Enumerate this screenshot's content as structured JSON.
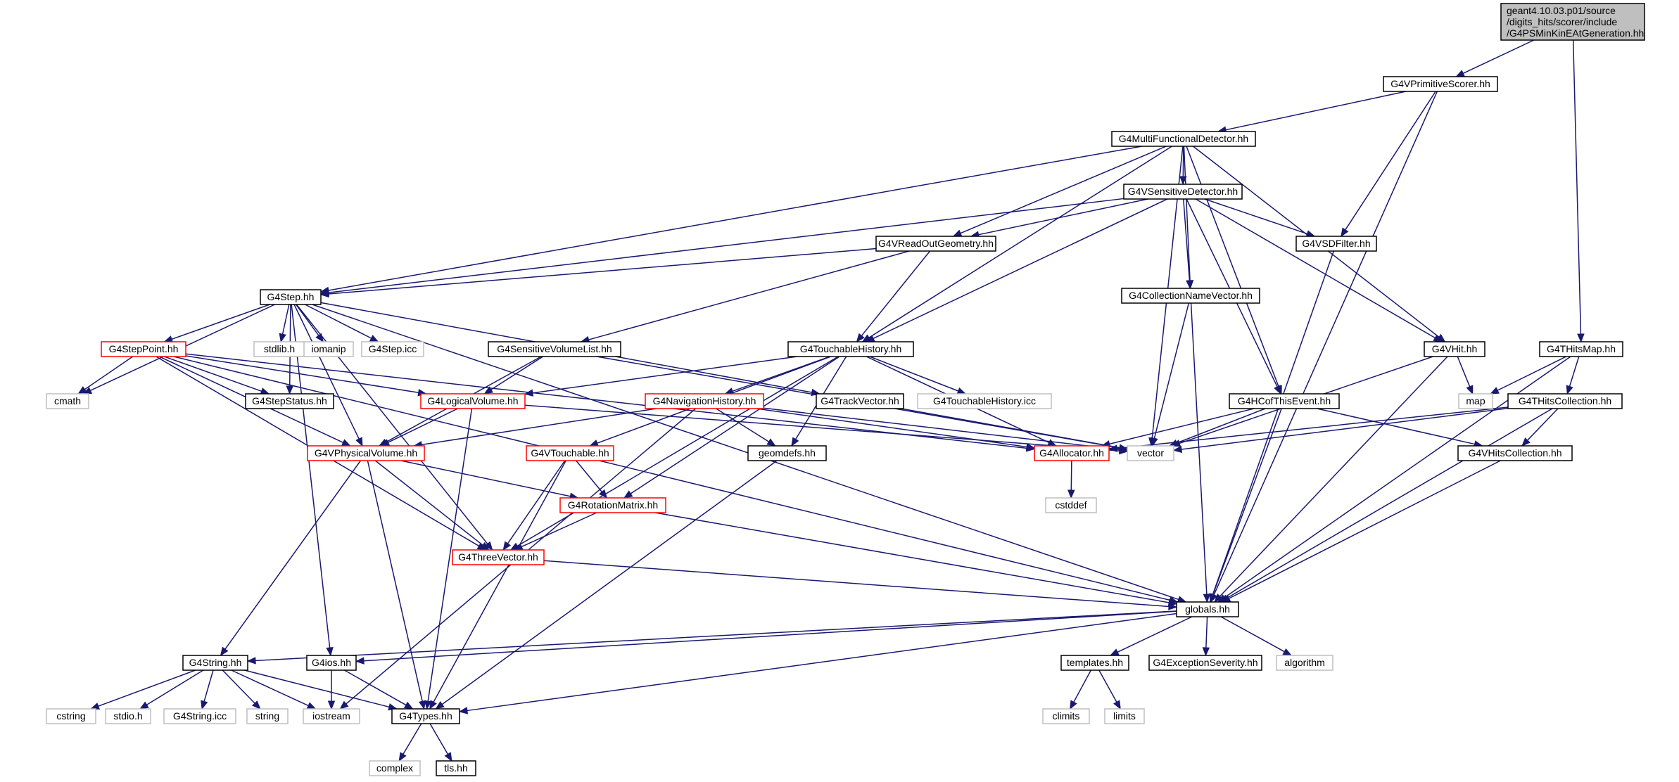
{
  "nodes": {
    "root": [
      "geant4.10.03.p01/source",
      "/digits_hits/scorer/include",
      "/G4PSMinKinEAtGeneration.hh"
    ],
    "G4VPrimitiveScorer": "G4VPrimitiveScorer.hh",
    "G4MultiFunctionalDetector": "G4MultiFunctionalDetector.hh",
    "G4VSensitiveDetector": "G4VSensitiveDetector.hh",
    "G4VReadOutGeometry": "G4VReadOutGeometry.hh",
    "G4VSDFilter": "G4VSDFilter.hh",
    "G4CollectionNameVector": "G4CollectionNameVector.hh",
    "G4Step": "G4Step.hh",
    "G4StepPoint": "G4StepPoint.hh",
    "stdlib": "stdlib.h",
    "iomanip": "iomanip",
    "G4Step_icc": "G4Step.icc",
    "G4SensitiveVolumeList": "G4SensitiveVolumeList.hh",
    "G4TouchableHistory": "G4TouchableHistory.hh",
    "G4VHit": "G4VHit.hh",
    "G4THitsMap": "G4THitsMap.hh",
    "cmath": "cmath",
    "G4StepStatus": "G4StepStatus.hh",
    "G4LogicalVolume": "G4LogicalVolume.hh",
    "G4NavigationHistory": "G4NavigationHistory.hh",
    "G4TrackVector": "G4TrackVector.hh",
    "G4TouchableHistory_icc": "G4TouchableHistory.icc",
    "G4HCofThisEvent": "G4HCofThisEvent.hh",
    "map": "map",
    "G4THitsCollection": "G4THitsCollection.hh",
    "G4VPhysicalVolume": "G4VPhysicalVolume.hh",
    "G4VTouchable": "G4VTouchable.hh",
    "geomdefs": "geomdefs.hh",
    "G4Allocator": "G4Allocator.hh",
    "vector": "vector",
    "G4VHitsCollection": "G4VHitsCollection.hh",
    "cstddef": "cstddef",
    "G4RotationMatrix": "G4RotationMatrix.hh",
    "G4ThreeVector": "G4ThreeVector.hh",
    "globals": "globals.hh",
    "G4String": "G4String.hh",
    "G4ios": "G4ios.hh",
    "templates": "templates.hh",
    "G4ExceptionSeverity": "G4ExceptionSeverity.hh",
    "algorithm": "algorithm",
    "cstring": "cstring",
    "stdio": "stdio.h",
    "G4String_icc": "G4String.icc",
    "string": "string",
    "iostream": "iostream",
    "G4Types": "G4Types.hh",
    "climits": "climits",
    "limits": "limits",
    "complex": "complex",
    "tls": "tls.hh"
  },
  "colors": {
    "edge": "#191970",
    "normal_border": "#000000",
    "truncated_border": "#ff0000",
    "system_header_border": "#bfbfbf",
    "root_fill": "#bfbfbf"
  }
}
